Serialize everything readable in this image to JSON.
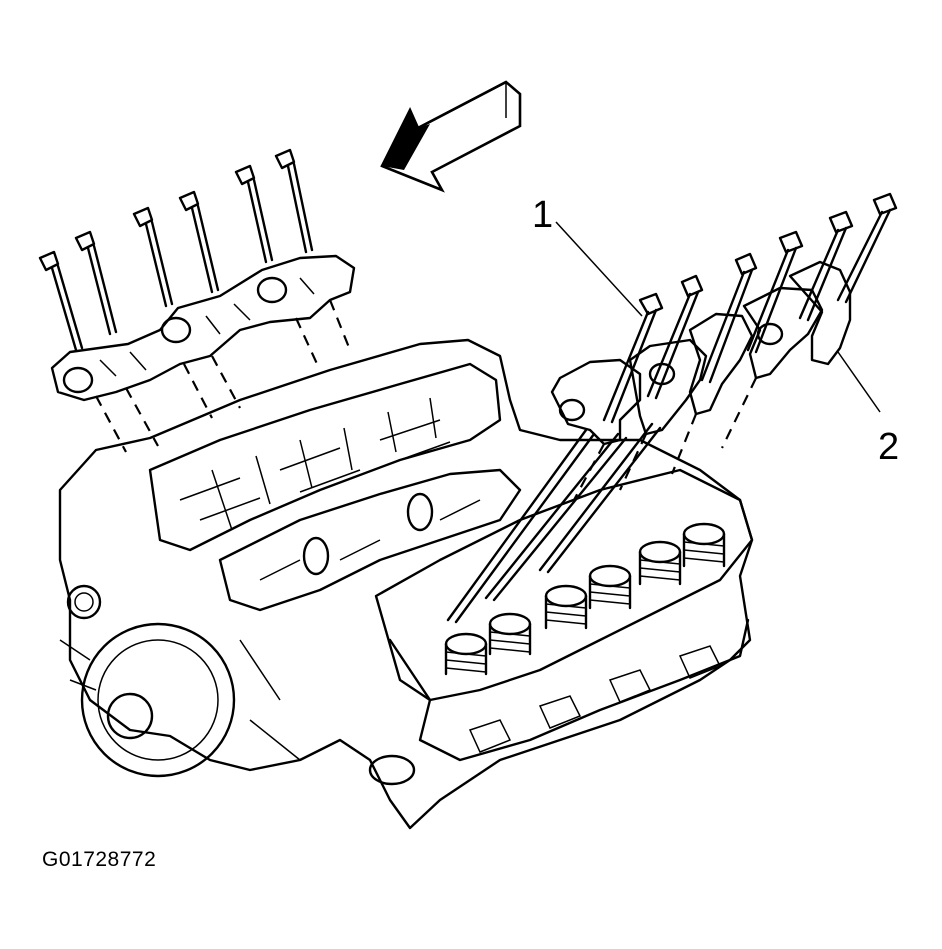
{
  "callouts": [
    {
      "id": "1",
      "label": "1"
    },
    {
      "id": "2",
      "label": "2"
    }
  ],
  "figure_id": "G01728772",
  "icons": {
    "arrow": "front-direction-arrow-icon"
  }
}
